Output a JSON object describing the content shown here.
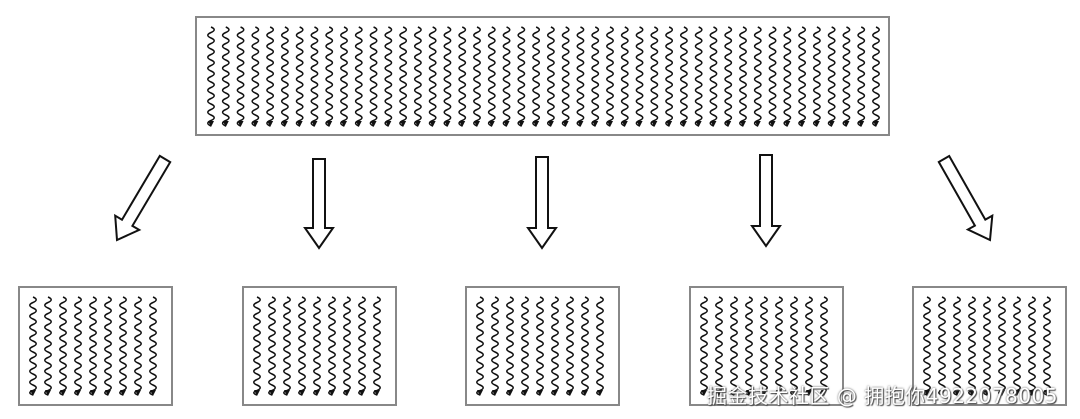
{
  "diagram": {
    "big_box": {
      "waves": 46
    },
    "small_boxes": [
      {
        "waves": 9
      },
      {
        "waves": 9
      },
      {
        "waves": 9
      },
      {
        "waves": 9
      },
      {
        "waves": 9
      }
    ],
    "arrows": 5,
    "colors": {
      "stroke": "#111111",
      "box_border": "#888888"
    }
  },
  "watermark": "掘金技术社区 @ 拥抱你4922078005"
}
